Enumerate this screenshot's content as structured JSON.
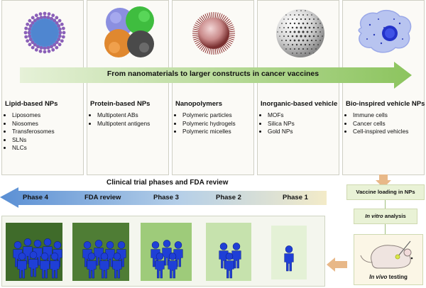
{
  "banner": "From nanomaterials to larger constructs in cancer vaccines",
  "columns": [
    {
      "title": "Lipid-based NPs",
      "items": [
        "Liposomes",
        "Niosomes",
        "Transferosomes",
        "SLNs",
        "NLCs"
      ]
    },
    {
      "title": "Protein-based NPs",
      "items": [
        "Multipotent ABs",
        "Multipotent antigens"
      ]
    },
    {
      "title": "Nanopolymers",
      "items": [
        "Polymeric particles",
        "Polymeric hydrogels",
        "Polymeric micelles"
      ]
    },
    {
      "title": "Inorganic-based vehicle",
      "items": [
        "MOFs",
        "Silica NPs",
        "Gold NPs"
      ]
    },
    {
      "title": "Bio-inspired vehicle NPs",
      "items": [
        "Immune cells",
        "Cancer cells",
        "Cell-inspired vehicles"
      ]
    }
  ],
  "clinical": {
    "title": "Clinical trial phases and FDA review",
    "phases": [
      "Phase 4",
      "FDA review",
      "Phase 3",
      "Phase 2",
      "Phase 1"
    ]
  },
  "pipeline": {
    "loading": "Vaccine loading in NPs",
    "in_vitro_italic": "In vitro",
    "in_vitro_rest": " analysis",
    "in_vivo_italic": "In vivo",
    "in_vivo_rest": " testing"
  },
  "colors": {
    "banner_green": "#9fcf76",
    "phase_blue": "#6b98d1",
    "person_blue": "#1f3fd6",
    "dark_green": "#3f6b2a",
    "orange": "#e8b888"
  }
}
